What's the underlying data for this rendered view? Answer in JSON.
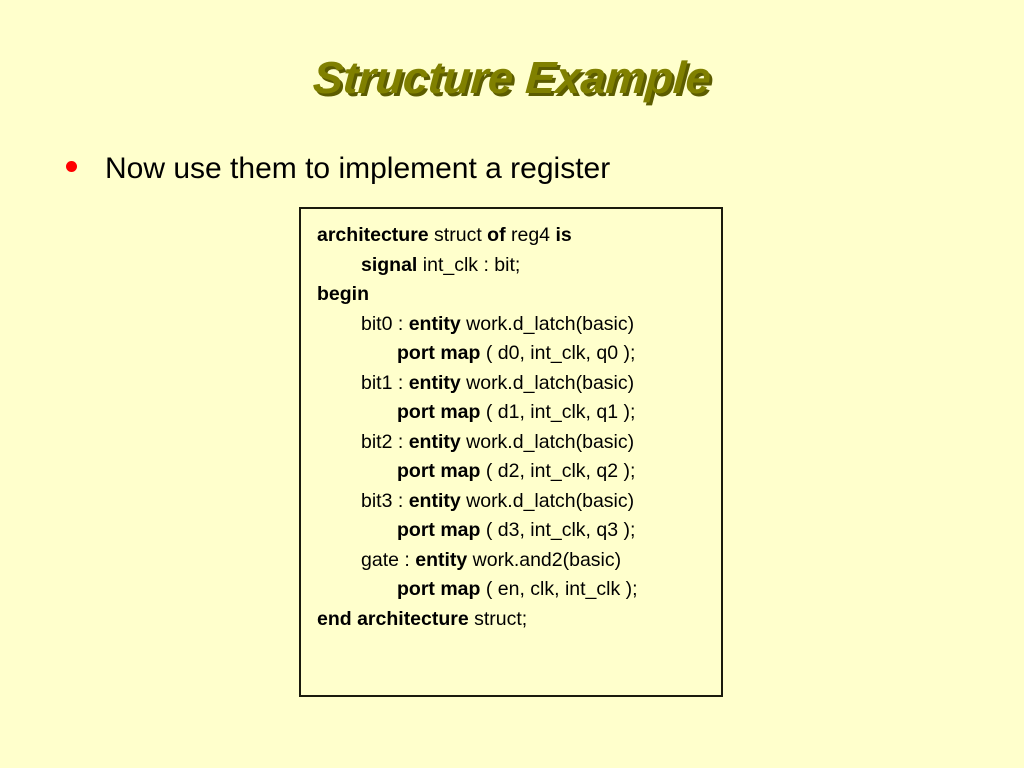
{
  "slide": {
    "title": "Structure Example",
    "background_color": "#ffffcc",
    "title_color": "#808000",
    "title_shadow_color": "#5c5c00"
  },
  "bullets": [
    {
      "marker": "bullet-dot",
      "marker_color": "#ff0000",
      "text": "Now use them to implement a register"
    }
  ],
  "code_box": {
    "border_color": "#1a1a0d",
    "background_color": "#ffffcc",
    "language": "VHDL",
    "lines": [
      {
        "indent": 0,
        "segments": [
          {
            "text": "architecture",
            "bold": true
          },
          {
            "text": " struct ",
            "bold": false
          },
          {
            "text": "of",
            "bold": true
          },
          {
            "text": " reg4 ",
            "bold": false
          },
          {
            "text": "is",
            "bold": true
          }
        ]
      },
      {
        "indent": 1,
        "segments": [
          {
            "text": "signal",
            "bold": true
          },
          {
            "text": " int_clk : bit;",
            "bold": false
          }
        ]
      },
      {
        "indent": 0,
        "segments": [
          {
            "text": "begin",
            "bold": true
          }
        ]
      },
      {
        "indent": 1,
        "segments": [
          {
            "text": "bit0 : ",
            "bold": false
          },
          {
            "text": "entity",
            "bold": true
          },
          {
            "text": " work.d_latch(basic)",
            "bold": false
          }
        ]
      },
      {
        "indent": 2,
        "segments": [
          {
            "text": "port map",
            "bold": true
          },
          {
            "text": " ( d0, int_clk, q0 );",
            "bold": false
          }
        ]
      },
      {
        "indent": 1,
        "segments": [
          {
            "text": "bit1 : ",
            "bold": false
          },
          {
            "text": "entity",
            "bold": true
          },
          {
            "text": " work.d_latch(basic)",
            "bold": false
          }
        ]
      },
      {
        "indent": 2,
        "segments": [
          {
            "text": "port map",
            "bold": true
          },
          {
            "text": " ( d1, int_clk, q1 );",
            "bold": false
          }
        ]
      },
      {
        "indent": 1,
        "segments": [
          {
            "text": "bit2 : ",
            "bold": false
          },
          {
            "text": "entity",
            "bold": true
          },
          {
            "text": " work.d_latch(basic)",
            "bold": false
          }
        ]
      },
      {
        "indent": 2,
        "segments": [
          {
            "text": "port map",
            "bold": true
          },
          {
            "text": " ( d2, int_clk, q2 );",
            "bold": false
          }
        ]
      },
      {
        "indent": 1,
        "segments": [
          {
            "text": "bit3 : ",
            "bold": false
          },
          {
            "text": "entity",
            "bold": true
          },
          {
            "text": " work.d_latch(basic)",
            "bold": false
          }
        ]
      },
      {
        "indent": 2,
        "segments": [
          {
            "text": "port map",
            "bold": true
          },
          {
            "text": " ( d3, int_clk, q3 );",
            "bold": false
          }
        ]
      },
      {
        "indent": 1,
        "segments": [
          {
            "text": "gate : ",
            "bold": false
          },
          {
            "text": "entity",
            "bold": true
          },
          {
            "text": " work.and2(basic)",
            "bold": false
          }
        ]
      },
      {
        "indent": 2,
        "segments": [
          {
            "text": "port map",
            "bold": true
          },
          {
            "text": " ( en, clk, int_clk );",
            "bold": false
          }
        ]
      },
      {
        "indent": 0,
        "segments": [
          {
            "text": "end architecture",
            "bold": true
          },
          {
            "text": " struct;",
            "bold": false
          }
        ]
      }
    ]
  }
}
